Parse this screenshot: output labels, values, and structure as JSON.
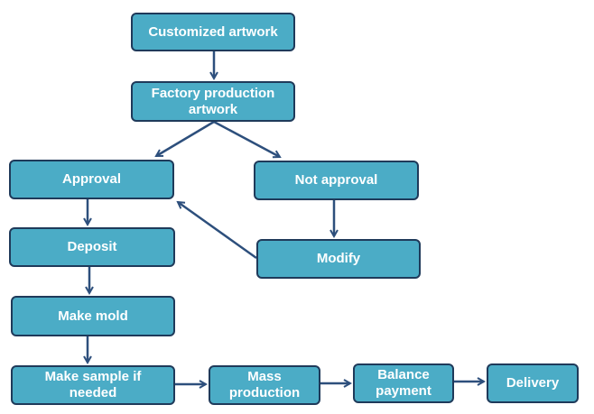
{
  "diagram": {
    "nodes": {
      "customized_artwork": "Customized artwork",
      "factory_production_artwork": "Factory production\nartwork",
      "approval": "Approval",
      "not_approval": "Not  approval",
      "modify": "Modify",
      "deposit": "Deposit",
      "make_mold": "Make mold",
      "make_sample": "Make sample if\nneeded",
      "mass_production": "Mass\nproduction",
      "balance_payment": "Balance\npayment",
      "delivery": "Delivery"
    },
    "edges": [
      {
        "from": "Customized artwork",
        "to": "Factory production artwork"
      },
      {
        "from": "Factory production artwork",
        "to": "Approval"
      },
      {
        "from": "Factory production artwork",
        "to": "Not approval"
      },
      {
        "from": "Not approval",
        "to": "Modify"
      },
      {
        "from": "Modify",
        "to": "Approval"
      },
      {
        "from": "Approval",
        "to": "Deposit"
      },
      {
        "from": "Deposit",
        "to": "Make mold"
      },
      {
        "from": "Make mold",
        "to": "Make sample if needed"
      },
      {
        "from": "Make sample if needed",
        "to": "Mass production"
      },
      {
        "from": "Mass production",
        "to": "Balance payment"
      },
      {
        "from": "Balance payment",
        "to": "Delivery"
      }
    ],
    "colors": {
      "box_fill": "#4bacc6",
      "box_border": "#1f3a5a",
      "arrow": "#2d4f7c",
      "text": "#ffffff"
    }
  }
}
